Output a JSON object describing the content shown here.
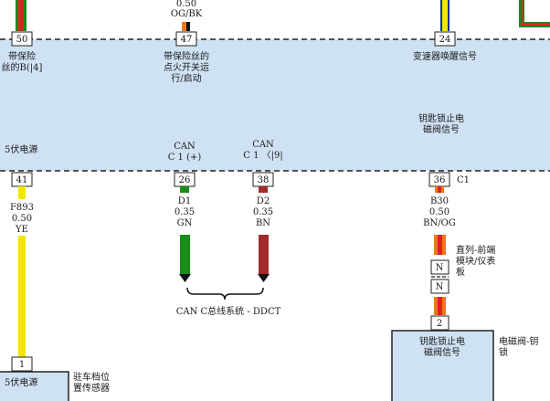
{
  "colors": {
    "module_fill": "#cfe2f3",
    "module_stroke": "#222222",
    "wire_yellow": "#f2e600",
    "wire_green": "#1a8a1a",
    "wire_brown": "#a32a2a",
    "wire_orange": "#f07818",
    "wire_red": "#e02020",
    "wire_blue": "#1030a0",
    "wire_black": "#111111"
  },
  "top_module": {
    "wire_top_label": {
      "size": "0.50",
      "color": "OG/BK"
    },
    "pins_top": [
      {
        "id": "p50",
        "number": "50",
        "label_lines": [
          "带保险",
          "丝的B(|4]"
        ]
      },
      {
        "id": "p47",
        "number": "47",
        "label_lines": [
          "带保险丝的",
          "点火开关运",
          "行/启动"
        ]
      },
      {
        "id": "p24",
        "number": "24",
        "label_lines": [
          "变速器唤醒信号"
        ]
      }
    ],
    "inner_labels": [
      {
        "id": "five-volt",
        "lines": [
          "5伏电源"
        ]
      },
      {
        "id": "can-plus",
        "lines": [
          "CAN",
          "C 1 (+)"
        ]
      },
      {
        "id": "can-minus",
        "lines": [
          "CAN",
          "C 1 〈|9|"
        ]
      },
      {
        "id": "key-lock-signal",
        "lines": [
          "钥匙锁止电",
          "磁阀信号"
        ]
      }
    ],
    "connector_label": "C1",
    "pins_bottom": [
      {
        "id": "p41",
        "number": "41"
      },
      {
        "id": "p26",
        "number": "26"
      },
      {
        "id": "p38",
        "number": "38"
      },
      {
        "id": "p36",
        "number": "36"
      }
    ]
  },
  "wires": [
    {
      "id": "w41",
      "lines": [
        "F893",
        "0.50",
        "YE"
      ]
    },
    {
      "id": "w26",
      "lines": [
        "D1",
        "0.35",
        "GN"
      ]
    },
    {
      "id": "w38",
      "lines": [
        "D2",
        "0.35",
        "BN"
      ]
    },
    {
      "id": "w36",
      "lines": [
        "B30",
        "0.50",
        "BN/OG"
      ]
    }
  ],
  "can_bus_label": "CAN C总线系统 - DDCT",
  "inline_connector": {
    "label_lines": [
      "直列-前端",
      "模块/仪表",
      "板"
    ],
    "pin_top": "N",
    "pin_bottom": "N"
  },
  "bottom_left_module": {
    "pin": "1",
    "inner_label": "5伏电源",
    "side_lines": [
      "驻车档位",
      "置传感器"
    ]
  },
  "bottom_right_module": {
    "pin": "2",
    "inner_lines": [
      "钥匙锁止电",
      "磁阀信号"
    ],
    "side_lines": [
      "电磁阀-钥",
      "锁"
    ]
  }
}
